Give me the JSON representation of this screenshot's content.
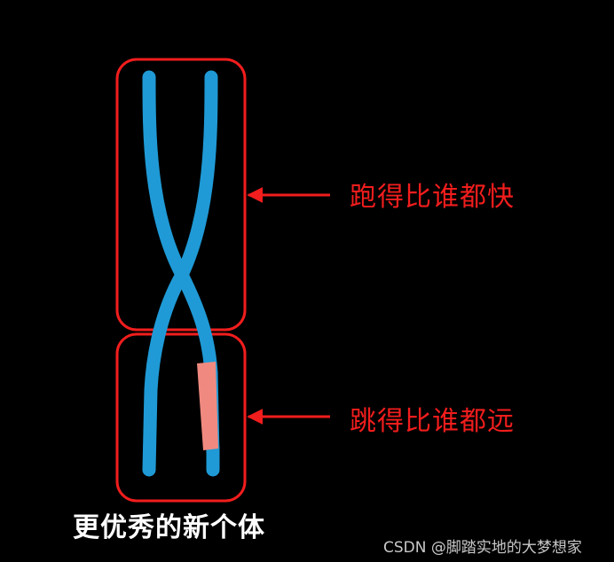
{
  "diagram": {
    "top_label": "跑得比谁都快",
    "bottom_label": "跳得比谁都远",
    "caption": "更优秀的新个体"
  },
  "watermark": "CSDN @脚踏实地的大梦想家",
  "colors": {
    "background": "#000000",
    "chromatid": "#1f9ad6",
    "highlight_segment": "#f08a80",
    "annotation_red": "#f21d1d",
    "caption_text": "#ffffff"
  }
}
